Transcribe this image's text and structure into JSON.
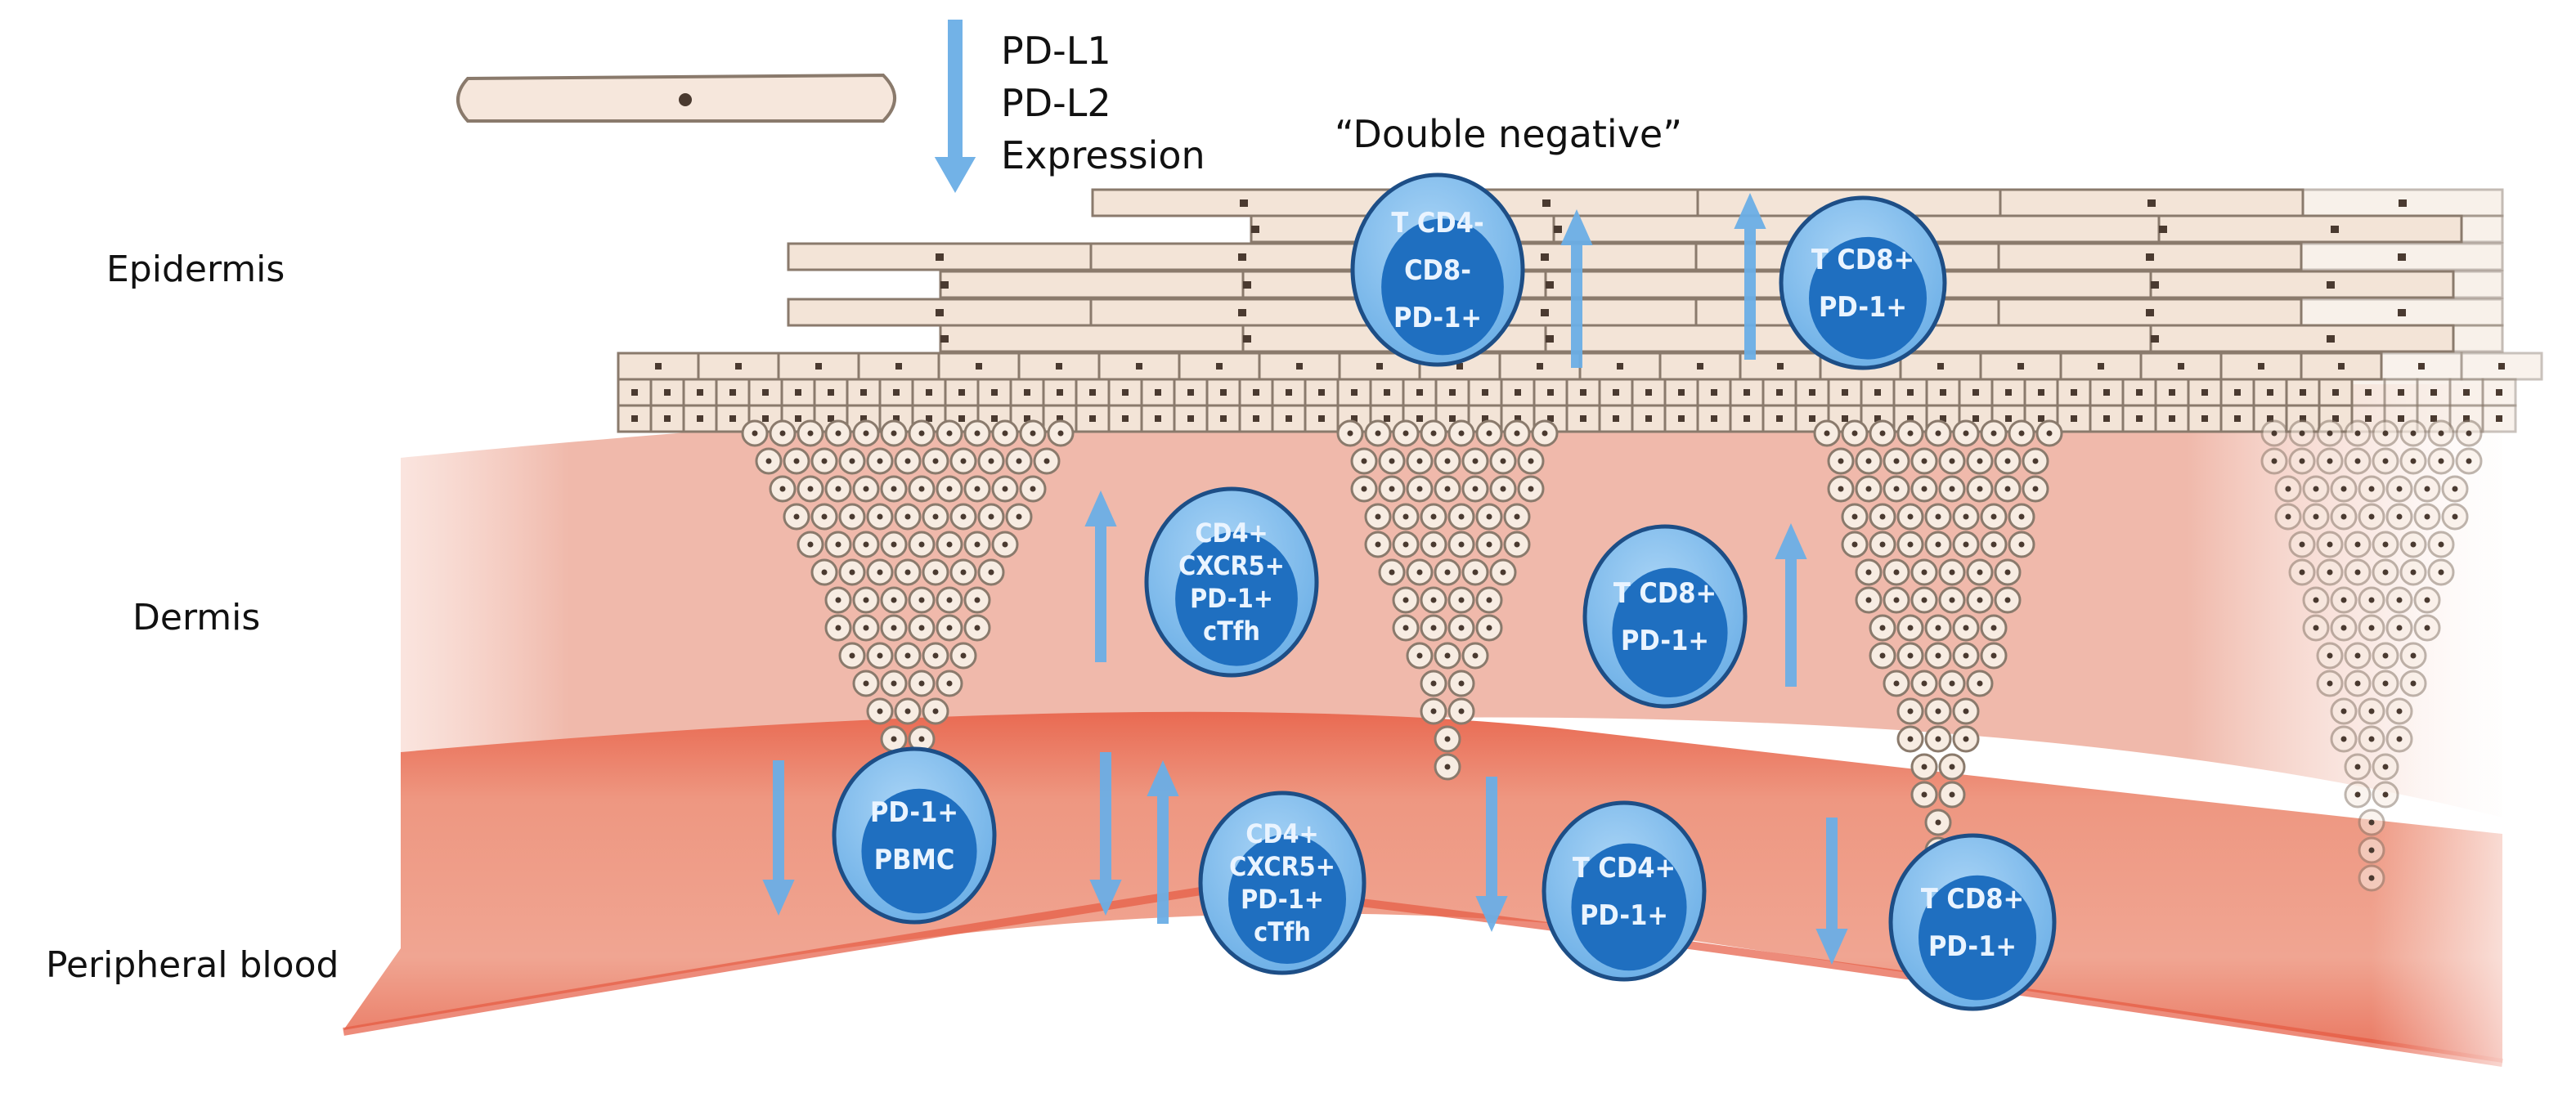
{
  "layers": {
    "epidermis": "Epidermis",
    "dermis": "Dermis",
    "peripheral_blood": "Peripheral blood"
  },
  "expression_note": {
    "lines": [
      "PD-L1",
      "PD-L2",
      "Expression"
    ],
    "arrow_direction": "down"
  },
  "double_negative_label": "“Double negative”",
  "colors": {
    "keratinocyte_fill": "#f3e4d7",
    "keratinocyte_stroke": "#8a7a6c",
    "nucleus": "#4a3a30",
    "dermis": "#f0b9ab",
    "blood_vessel": "#ec8a74",
    "cell_outer": "#7cb8ec",
    "cell_inner": "#1f6fc0",
    "cell_border": "#1d4e86",
    "arrow": "#6aaee6"
  },
  "immune_cells": [
    {
      "id": "epi-dn",
      "region": "epidermis",
      "lines": [
        "T CD4-",
        "CD8-",
        "PD-1+"
      ]
    },
    {
      "id": "epi-cd8",
      "region": "epidermis",
      "lines": [
        "T CD8+",
        "PD-1+"
      ]
    },
    {
      "id": "derm-ctfh",
      "region": "dermis",
      "lines": [
        "CD4+",
        "CXCR5+",
        "PD-1+",
        "cTfh"
      ]
    },
    {
      "id": "derm-cd8",
      "region": "dermis",
      "lines": [
        "T CD8+",
        "PD-1+"
      ]
    },
    {
      "id": "blood-pbmc",
      "region": "peripheral_blood",
      "lines": [
        "PD-1+",
        "PBMC"
      ]
    },
    {
      "id": "blood-ctfh",
      "region": "peripheral_blood",
      "lines": [
        "CD4+",
        "CXCR5+",
        "PD-1+",
        "cTfh"
      ]
    },
    {
      "id": "blood-cd4",
      "region": "peripheral_blood",
      "lines": [
        "T CD4+",
        "PD-1+"
      ]
    },
    {
      "id": "blood-cd8",
      "region": "peripheral_blood",
      "lines": [
        "T CD8+",
        "PD-1+"
      ]
    }
  ],
  "arrows": [
    {
      "id": "expression-arrow",
      "direction": "down"
    },
    {
      "id": "epi-dn-arrow",
      "direction": "up"
    },
    {
      "id": "epi-cd8-arrow",
      "direction": "up"
    },
    {
      "id": "derm-ctfh-arrow",
      "direction": "up"
    },
    {
      "id": "derm-cd8-arrow",
      "direction": "up"
    },
    {
      "id": "blood-pbmc-arrow",
      "direction": "down"
    },
    {
      "id": "blood-ctfh-arrow-down",
      "direction": "down"
    },
    {
      "id": "blood-ctfh-arrow-up",
      "direction": "up"
    },
    {
      "id": "blood-cd4-arrow",
      "direction": "down"
    },
    {
      "id": "blood-cd8-arrow",
      "direction": "down"
    }
  ]
}
